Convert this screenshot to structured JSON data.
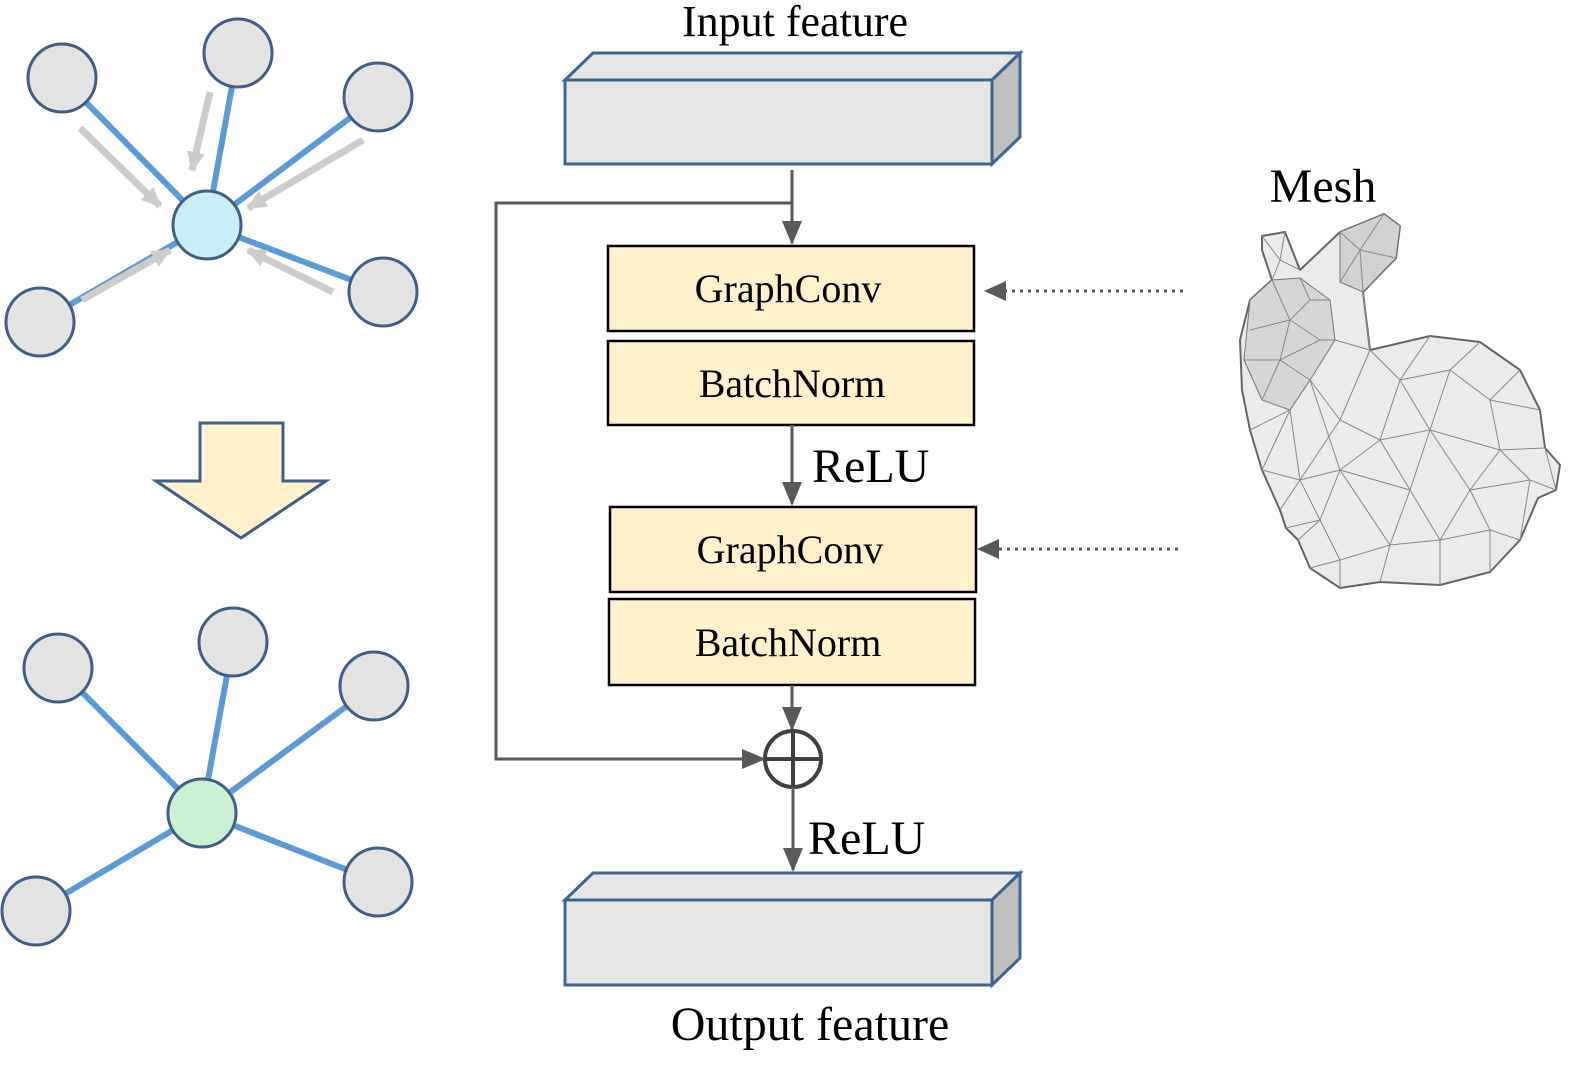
{
  "title": "",
  "input_label": "Input feature",
  "output_label": "Output feature",
  "mesh_label": "Mesh",
  "blocks": [
    {
      "conv_label": "GraphConv",
      "norm_label": "BatchNorm"
    },
    {
      "conv_label": "GraphConv",
      "norm_label": "BatchNorm"
    }
  ],
  "activations": [
    "ReLU",
    "ReLU"
  ],
  "colors": {
    "node_fill": "#e3e3e3",
    "node_stroke": "#3f5f8a",
    "edge": "#5b9bd5",
    "center_before": "#c9eef7",
    "center_after": "#cdefd3",
    "layer_fill": "#fff1cc",
    "feature_fill": "#e6e6e6",
    "feature_side": "#bfbfbf",
    "feature_stroke": "#3f6591",
    "connector": "#595959",
    "message_arrow": "#cccccc",
    "down_arrow": "#fff1cc"
  },
  "icons": {
    "down_arrow": "down-arrow-icon",
    "sum": "sum-circle-icon",
    "mesh": "bunny-mesh-icon"
  }
}
